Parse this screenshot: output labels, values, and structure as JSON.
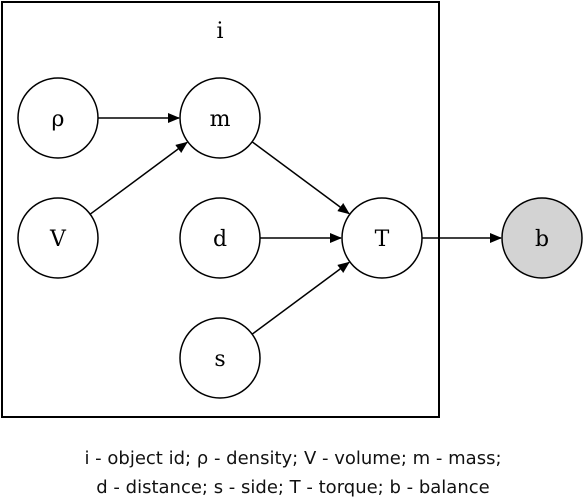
{
  "plate": {
    "label": "i"
  },
  "nodes": [
    {
      "id": "rho",
      "label": "ρ",
      "fill": "#ffffff",
      "observed": false
    },
    {
      "id": "V",
      "label": "V",
      "fill": "#ffffff",
      "observed": false
    },
    {
      "id": "m",
      "label": "m",
      "fill": "#ffffff",
      "observed": false
    },
    {
      "id": "d",
      "label": "d",
      "fill": "#ffffff",
      "observed": false
    },
    {
      "id": "s",
      "label": "s",
      "fill": "#ffffff",
      "observed": false
    },
    {
      "id": "T",
      "label": "T",
      "fill": "#ffffff",
      "observed": false
    },
    {
      "id": "b",
      "label": "b",
      "fill": "#d3d3d3",
      "observed": true
    }
  ],
  "edges": [
    {
      "from": "rho",
      "to": "m"
    },
    {
      "from": "V",
      "to": "m"
    },
    {
      "from": "m",
      "to": "T"
    },
    {
      "from": "d",
      "to": "T"
    },
    {
      "from": "s",
      "to": "T"
    },
    {
      "from": "T",
      "to": "b"
    }
  ],
  "caption": {
    "line1": "i - object id; ρ - density; V - volume; m - mass;",
    "line2": "d - distance; s - side; T - torque; b - balance"
  }
}
